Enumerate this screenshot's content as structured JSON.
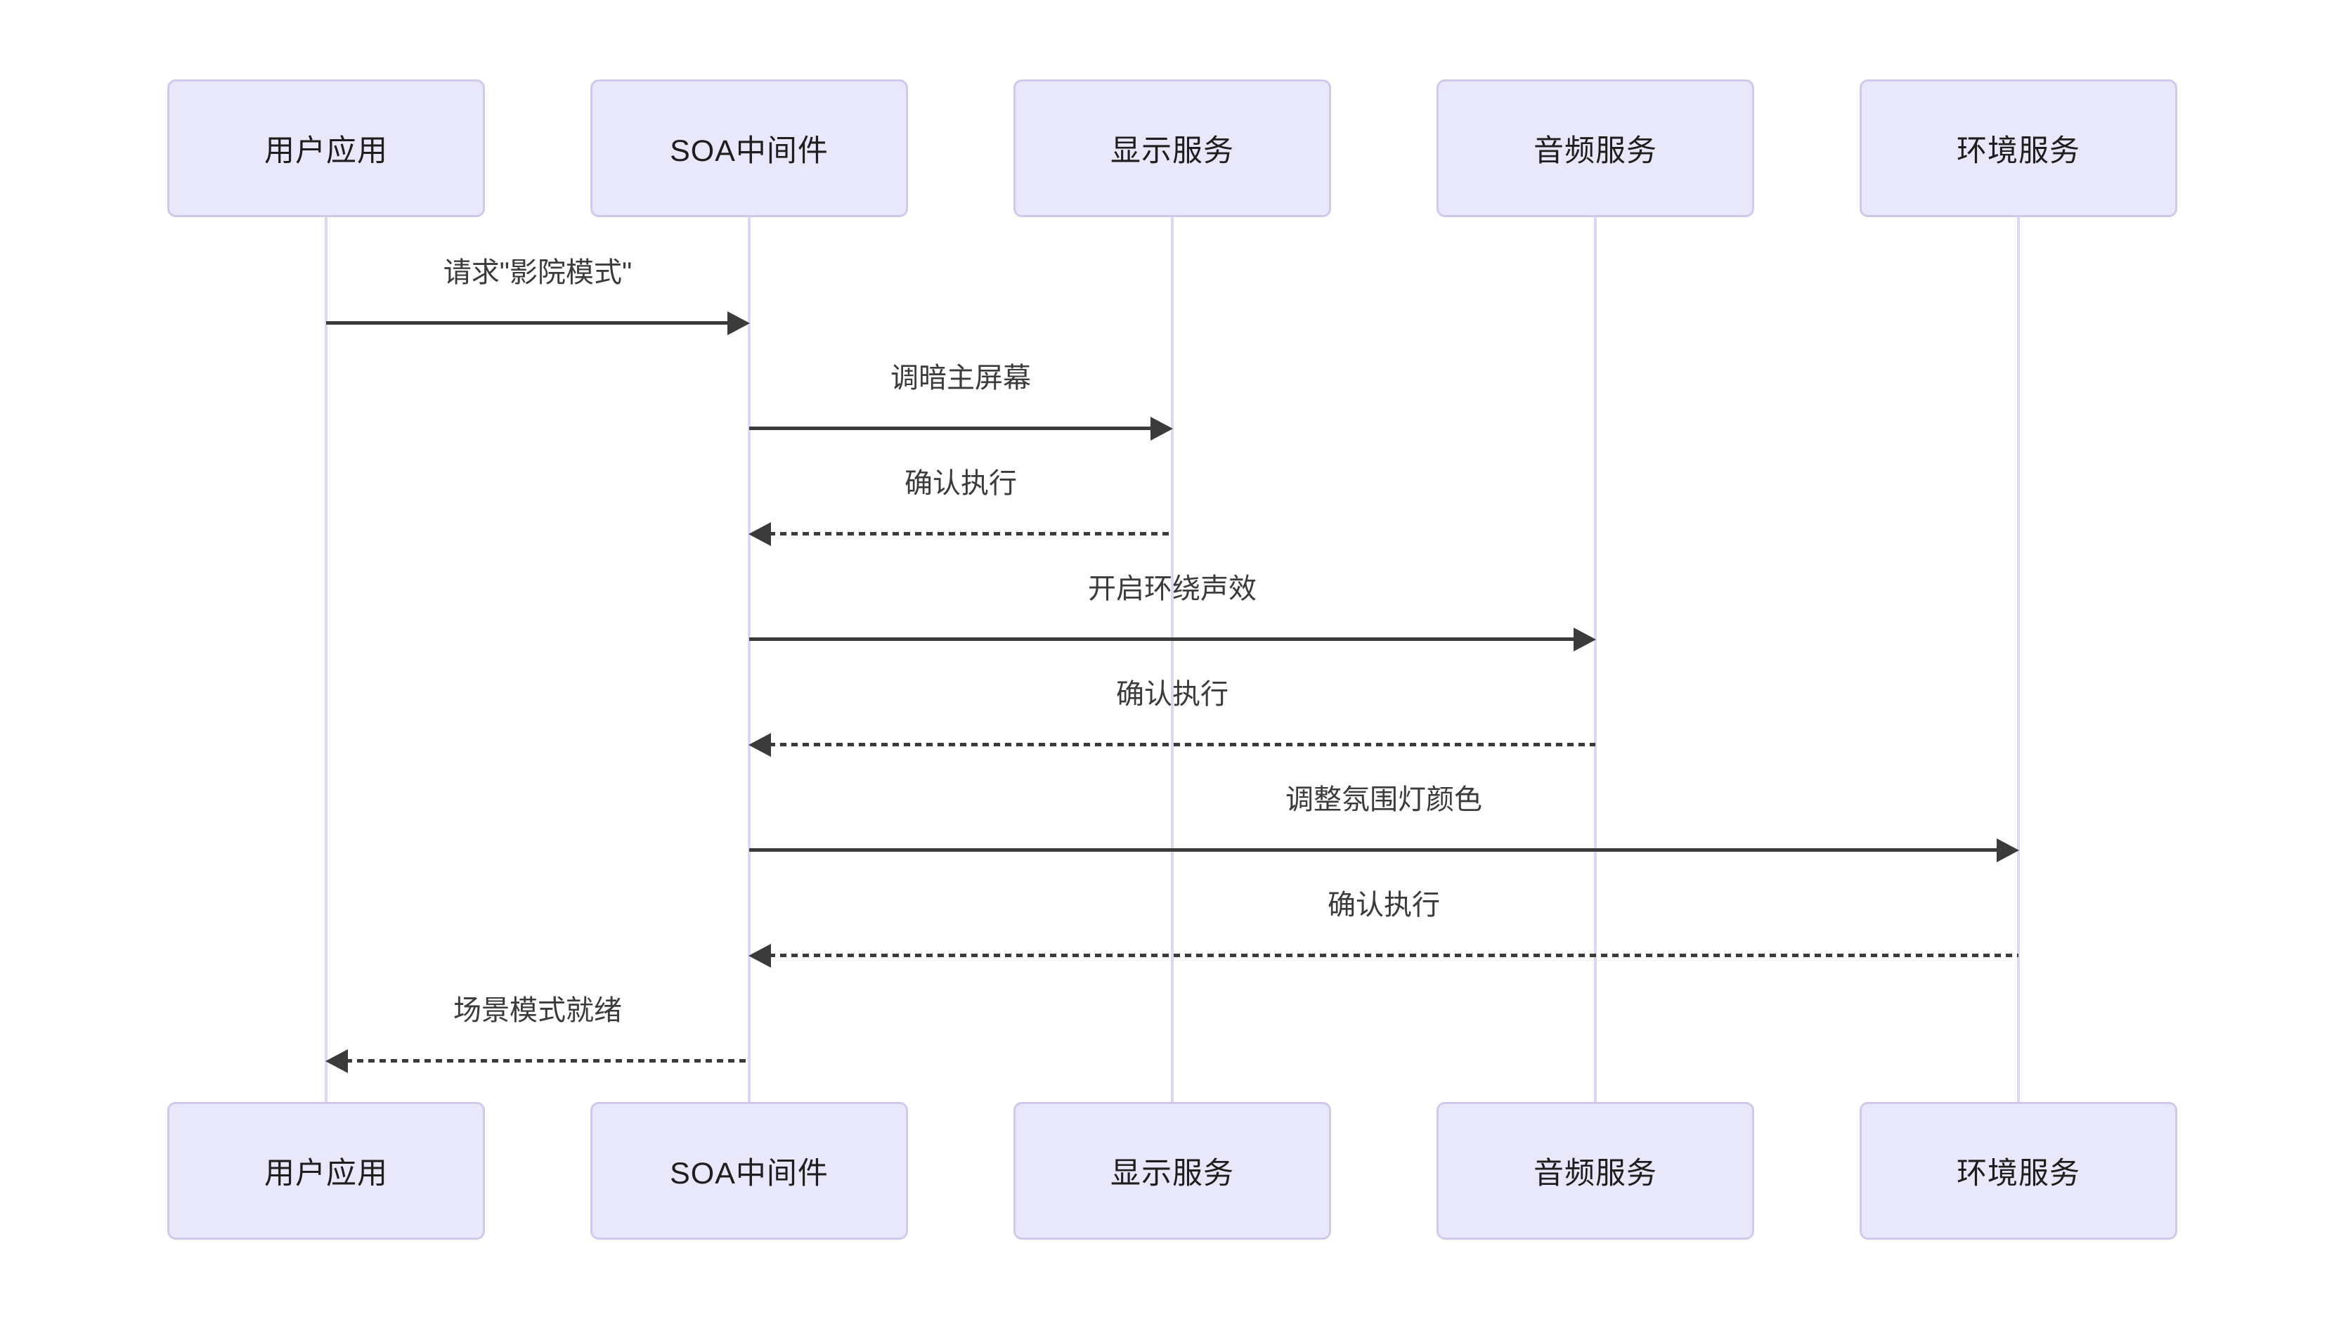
{
  "diagram": {
    "type": "sequence-diagram",
    "participants": [
      {
        "id": "user-app",
        "label": "用户应用"
      },
      {
        "id": "soa-middleware",
        "label": "SOA中间件"
      },
      {
        "id": "display-service",
        "label": "显示服务"
      },
      {
        "id": "audio-service",
        "label": "音频服务"
      },
      {
        "id": "env-service",
        "label": "环境服务"
      }
    ],
    "messages": [
      {
        "from": "用户应用",
        "to": "SOA中间件",
        "label": "请求\"影院模式\"",
        "line": "solid",
        "direction": "right"
      },
      {
        "from": "SOA中间件",
        "to": "显示服务",
        "label": "调暗主屏幕",
        "line": "solid",
        "direction": "right"
      },
      {
        "from": "显示服务",
        "to": "SOA中间件",
        "label": "确认执行",
        "line": "dashed",
        "direction": "left"
      },
      {
        "from": "SOA中间件",
        "to": "音频服务",
        "label": "开启环绕声效",
        "line": "solid",
        "direction": "right"
      },
      {
        "from": "音频服务",
        "to": "SOA中间件",
        "label": "确认执行",
        "line": "dashed",
        "direction": "left"
      },
      {
        "from": "SOA中间件",
        "to": "环境服务",
        "label": "调整氛围灯颜色",
        "line": "solid",
        "direction": "right"
      },
      {
        "from": "环境服务",
        "to": "SOA中间件",
        "label": "确认执行",
        "line": "dashed",
        "direction": "left"
      },
      {
        "from": "SOA中间件",
        "to": "用户应用",
        "label": "场景模式就绪",
        "line": "dashed",
        "direction": "left"
      }
    ],
    "colors": {
      "background": "#ffffff",
      "actor_fill": "#e9e8fa",
      "actor_border": "#d2c8eb",
      "lifeline": "#ded7f3",
      "arrow": "#3b3b3b",
      "actor_text": "#1e1e1e",
      "message_text": "#3b3b3b"
    }
  }
}
